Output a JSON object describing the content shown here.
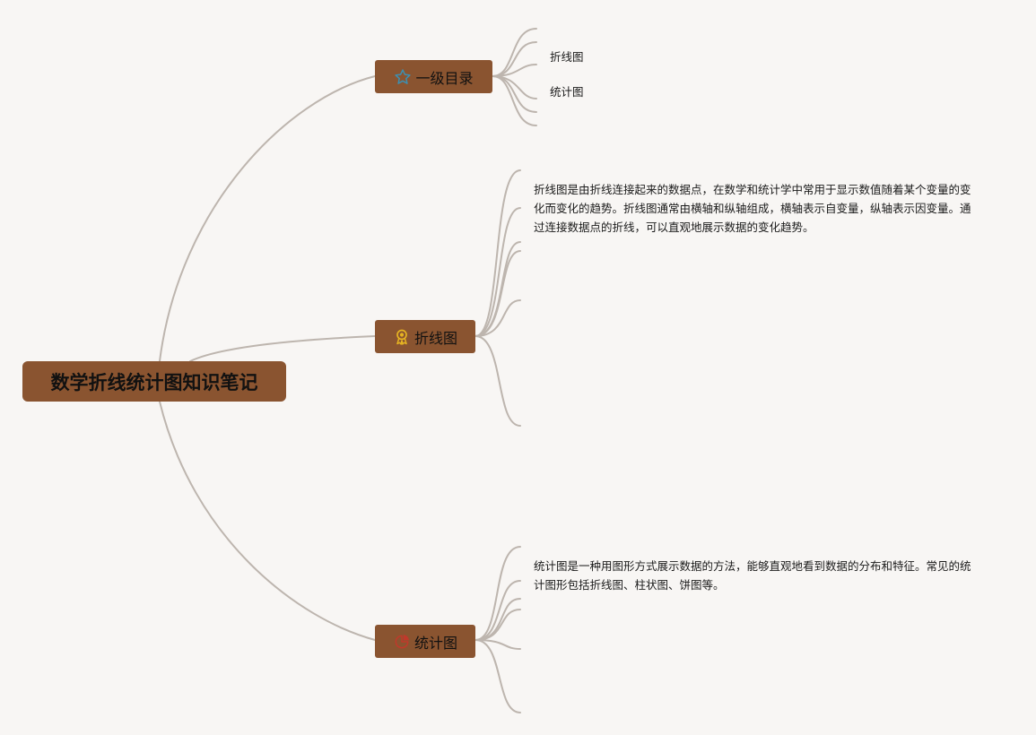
{
  "colors": {
    "background": "#f8f6f4",
    "node_fill": "#8a5430",
    "connector": "#bdb5ae",
    "star_icon": "#3d8fb0",
    "award_icon": "#e6b422",
    "pie_icon": "#c0392b"
  },
  "root": {
    "label": "数学折线统计图知识笔记"
  },
  "branches": [
    {
      "icon": "star-icon",
      "label": "一级目录",
      "leaves": [
        "折线图",
        "统计图"
      ]
    },
    {
      "icon": "award-icon",
      "label": "折线图",
      "text": "折线图是由折线连接起来的数据点，在数学和统计学中常用于显示数值随着某个变量的变化而变化的趋势。折线图通常由横轴和纵轴组成，横轴表示自变量，纵轴表示因变量。通过连接数据点的折线，可以直观地展示数据的变化趋势。"
    },
    {
      "icon": "pie-chart-icon",
      "label": "统计图",
      "text": "统计图是一种用图形方式展示数据的方法，能够直观地看到数据的分布和特征。常见的统计图形包括折线图、柱状图、饼图等。"
    }
  ]
}
